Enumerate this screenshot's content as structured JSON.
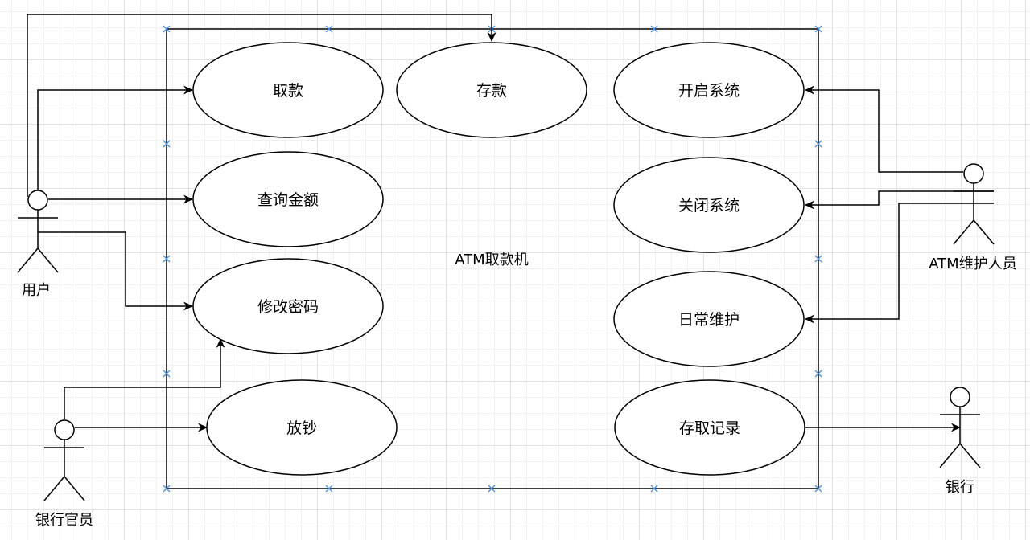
{
  "system": {
    "label": "ATM取款机"
  },
  "use_cases": {
    "withdraw": "取款",
    "deposit": "存款",
    "start_system": "开启系统",
    "query_balance": "查询金额",
    "close_system": "关闭系统",
    "change_password": "修改密码",
    "daily_maintenance": "日常维护",
    "load_cash": "放钞",
    "transaction_record": "存取记录"
  },
  "actors": {
    "user": "用户",
    "maintainer": "ATM维护人员",
    "bank_officer": "银行官员",
    "bank": "银行"
  },
  "colors": {
    "line": "#000000",
    "selection_handle": "#4a90d9",
    "grid": "#e2e2e2"
  }
}
